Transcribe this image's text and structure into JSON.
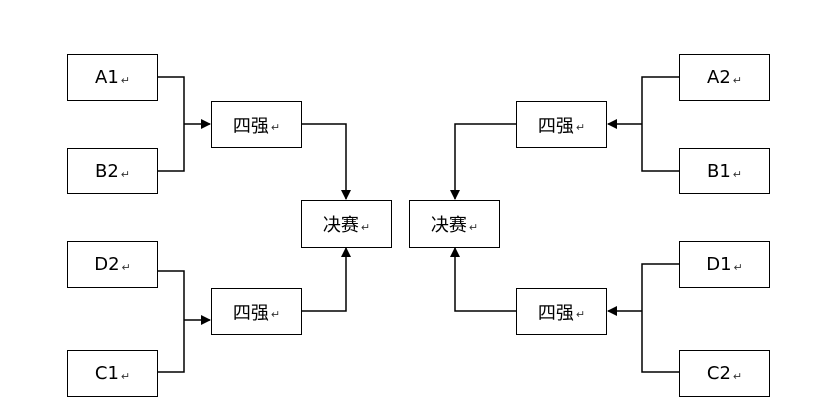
{
  "diagram": {
    "left": {
      "teams": {
        "a1": "A1",
        "b2": "B2",
        "d2": "D2",
        "c1": "C1"
      },
      "semi_top": "四强",
      "semi_bottom": "四强",
      "final": "决赛"
    },
    "right": {
      "teams": {
        "a2": "A2",
        "b1": "B1",
        "d1": "D1",
        "c2": "C2"
      },
      "semi_top": "四强",
      "semi_bottom": "四强",
      "final": "决赛"
    },
    "line_color": "#000000",
    "para_mark": "↵"
  }
}
